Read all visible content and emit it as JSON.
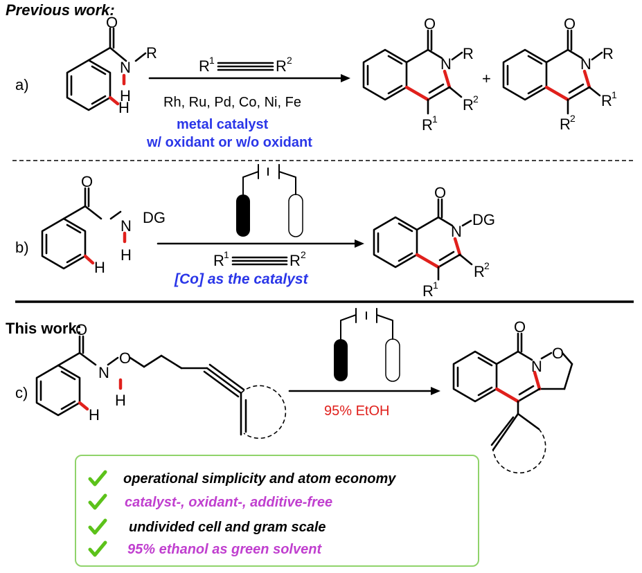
{
  "headings": {
    "previous": "Previous work:",
    "this_work": "This work:"
  },
  "labels": {
    "a": "a)",
    "b": "b)",
    "c": "c)"
  },
  "atoms": {
    "O": "O",
    "N": "N",
    "H": "H",
    "R": "R",
    "DG": "DG",
    "R1": "R",
    "R2": "R",
    "sup1": "1",
    "sup2": "2",
    "plus": "+"
  },
  "conditions": {
    "a_metals": "Rh, Ru, Pd, Co, Ni, Fe",
    "a_catalyst": "metal catalyst",
    "a_oxidant": "w/ oxidant or w/o oxidant",
    "b_catalyst": "[Co] as the catalyst",
    "c_solvent": "95% EtOH"
  },
  "features": [
    {
      "text": "operational simplicity and  atom economy",
      "color": "black"
    },
    {
      "text": "catalyst-, oxidant-, additive-free",
      "color": "purple"
    },
    {
      "text": "undivided cell and gram scale",
      "color": "black"
    },
    {
      "text": "95% ethanol as green solvent",
      "color": "purple"
    }
  ],
  "colors": {
    "red_bond": "#e0201c",
    "blue_text": "#2a36e8",
    "purple_text": "#c03fcf",
    "check_green": "#5cc21a",
    "box_border": "#8fd36a"
  },
  "icons": [
    "checkmark-icon",
    "electrode-anode-icon",
    "electrode-cathode-icon"
  ]
}
